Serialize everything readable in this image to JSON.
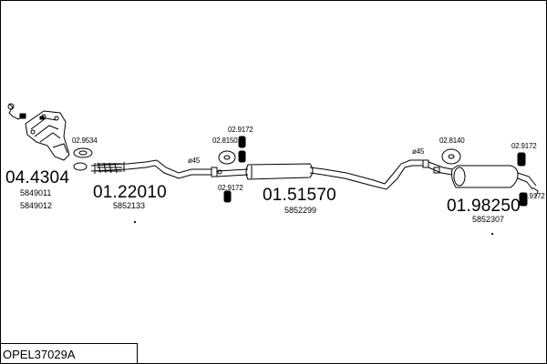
{
  "drawing_code": "OPEL37029A",
  "parts": [
    {
      "id": "manifold",
      "number": "04.4304",
      "refs": [
        "5849011",
        "5849012"
      ]
    },
    {
      "id": "front-pipe",
      "number": "01.22010",
      "refs": [
        "5852133"
      ]
    },
    {
      "id": "middle-silencer",
      "number": "01.51570",
      "refs": [
        "5852299"
      ]
    },
    {
      "id": "rear-silencer",
      "number": "01.98250",
      "refs": [
        "5852307"
      ]
    }
  ],
  "fittings": {
    "gasket_a": "02.9534",
    "mount_a": "02.9172",
    "mount_b": "02.8150",
    "mount_c": "02.9172",
    "mount_d": "02.8140",
    "mount_e": "02.9172",
    "mount_f": "02.9172"
  },
  "diameters": {
    "front": "ø45",
    "rear": "ø45"
  }
}
